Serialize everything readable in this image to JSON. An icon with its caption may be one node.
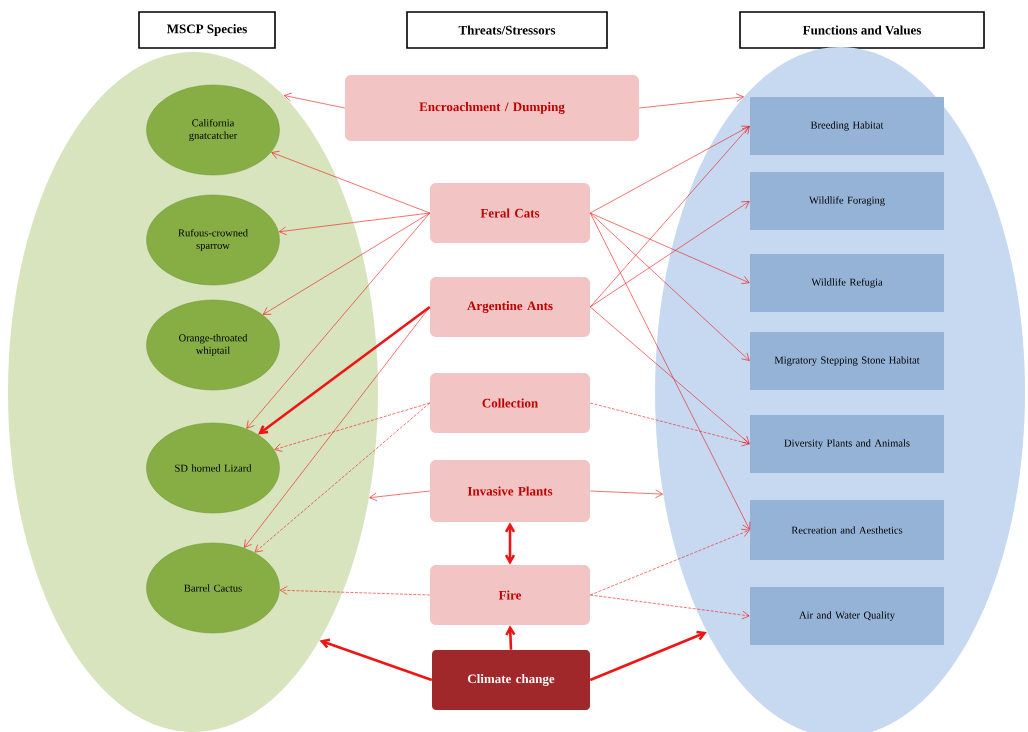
{
  "diagram": {
    "nodes": [
      {
        "text": [
          "MSCP Species"
        ]
      },
      {
        "text": [
          "Threats/Stressors"
        ]
      },
      {
        "text": [
          "Functions and Values"
        ]
      },
      {
        "text": [],
        "shape": "ellipse"
      },
      {
        "text": [
          "California gnatcatcher"
        ],
        "in": 3
      },
      {
        "text": [
          "Rufous-crowned sparrow"
        ],
        "in": 3
      },
      {
        "text": [
          "Orange-throated whiptail"
        ],
        "in": 3
      },
      {
        "text": [
          "SD horned Lizard"
        ],
        "in": 3
      },
      {
        "text": [
          "Barrel Cactus"
        ],
        "in": 3
      },
      {
        "text": [
          "Encroachment / Dumping"
        ]
      },
      {
        "text": [
          "Feral Cats"
        ]
      },
      {
        "text": [
          "Argentine Ants"
        ]
      },
      {
        "text": [
          "Collection"
        ]
      },
      {
        "text": [
          "Invasive Plants"
        ]
      },
      {
        "text": [
          "Fire"
        ]
      },
      {
        "text": [
          "Climate change"
        ]
      },
      {
        "text": [],
        "shape": "ellipse"
      },
      {
        "text": [
          "Breeding Habitat"
        ],
        "in": 16
      },
      {
        "text": [
          "Wildlife Foraging"
        ],
        "in": 16
      },
      {
        "text": [
          "Wildlife Refugia"
        ],
        "in": 16
      },
      {
        "text": [
          "Migratory Stepping Stone Habitat"
        ],
        "in": 16
      },
      {
        "text": [
          "Diversity Plants and Animals"
        ],
        "in": 16
      },
      {
        "text": [
          "Recreation and Aesthetics"
        ],
        "in": 16
      },
      {
        "text": [
          "Air and Water Quality"
        ],
        "in": 16
      }
    ],
    "edges": [
      {
        "from": 9,
        "to": 3,
        "arrow": "to"
      },
      {
        "from": 9,
        "to": 16,
        "arrow": "to"
      },
      {
        "from": 10,
        "to": 4,
        "arrow": "to"
      },
      {
        "from": 10,
        "to": 5,
        "arrow": "to"
      },
      {
        "from": 10,
        "to": 6,
        "arrow": "to"
      },
      {
        "from": 10,
        "to": 7,
        "arrow": "to"
      },
      {
        "from": 10,
        "to": 17,
        "arrow": "to"
      },
      {
        "from": 10,
        "to": 19,
        "arrow": "to"
      },
      {
        "from": 10,
        "to": 20,
        "arrow": "to"
      },
      {
        "from": 10,
        "to": 22,
        "arrow": "to"
      },
      {
        "from": 11,
        "to": 7,
        "arrow": "to",
        "style": "thick"
      },
      {
        "from": 11,
        "to": 8,
        "arrow": "to"
      },
      {
        "from": 11,
        "to": 17,
        "arrow": "to"
      },
      {
        "from": 11,
        "to": 18,
        "arrow": "to"
      },
      {
        "from": 11,
        "to": 21,
        "arrow": "to"
      },
      {
        "from": 12,
        "to": 7,
        "arrow": "to",
        "style": "dashed"
      },
      {
        "from": 12,
        "to": 8,
        "arrow": "to",
        "style": "dashed"
      },
      {
        "from": 12,
        "to": 21,
        "arrow": "to",
        "style": "dashed"
      },
      {
        "from": 13,
        "to": 3,
        "arrow": "to"
      },
      {
        "from": 13,
        "to": 16,
        "arrow": "to"
      },
      {
        "from": 13,
        "to": 14,
        "arrow": "both",
        "style": "thick"
      },
      {
        "from": 14,
        "to": 8,
        "arrow": "to",
        "style": "dashed"
      },
      {
        "from": 14,
        "to": 22,
        "arrow": "to",
        "style": "dashed"
      },
      {
        "from": 14,
        "to": 23,
        "arrow": "to",
        "style": "dashed"
      },
      {
        "from": 15,
        "to": 3,
        "arrow": "to",
        "style": "thick"
      },
      {
        "from": 15,
        "to": 14,
        "arrow": "to",
        "style": "thick"
      },
      {
        "from": 15,
        "to": 16,
        "arrow": "to",
        "style": "thick"
      }
    ]
  }
}
